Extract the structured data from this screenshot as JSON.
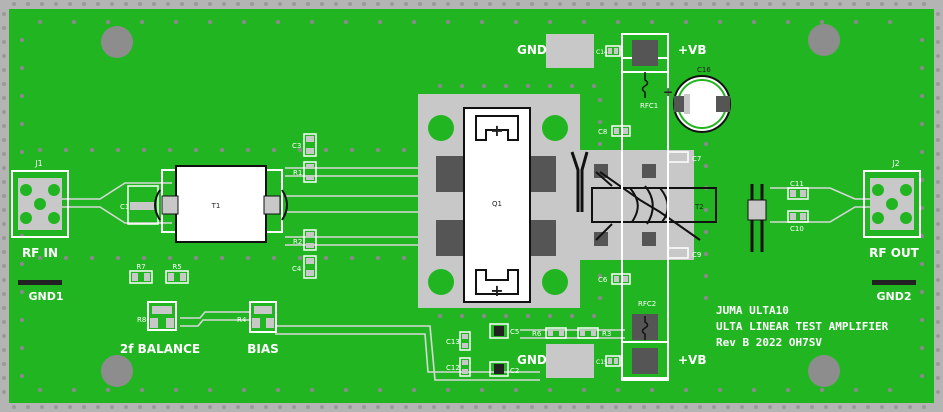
{
  "colors": {
    "copper": "#22b522",
    "copper_dark": "#1c9a1c",
    "silkscreen": "#ffffff",
    "pad": "#c8c8c8",
    "pad_dark": "#555555",
    "frame": "#b4b4b4",
    "via": "#8a8a8a"
  },
  "board": {
    "connector_in": "J1",
    "connector_out": "J2",
    "rf_in": "RF IN",
    "rf_out": "RF OUT",
    "gnd1": "GND1",
    "gnd2": "GND2",
    "gnd_top": "GND",
    "gnd_bottom": "GND",
    "vb_top": "+VB",
    "vb_bottom": "+VB",
    "balance": "2f BALANCE",
    "bias": "BIAS",
    "title_line1": "JUMA ULTA10",
    "title_line2": "ULTA LINEAR TEST AMPLIFIER",
    "title_line3": "Rev B 2022 OH7SV"
  },
  "components": {
    "T1": "T1",
    "T2": "T2",
    "Q1": "Q1",
    "C1": "C1",
    "C2": "C2",
    "C3": "C3",
    "C4": "C4",
    "C5": "C5",
    "C6": "C6",
    "C7": "C7",
    "C8": "C8",
    "C9": "C9",
    "C10": "C10",
    "C11": "C11",
    "C12": "C12",
    "C13": "C13",
    "C14": "C14",
    "C15": "C15",
    "C16": "C16",
    "R1": "R1",
    "R2": "R2",
    "R3": "R3",
    "R4": "R4",
    "R5": "R5",
    "R6": "R6",
    "R7": "R7",
    "R8": "R8",
    "RFC1": "RFC1",
    "RFC2": "RFC2",
    "plus_symbol": "+"
  }
}
